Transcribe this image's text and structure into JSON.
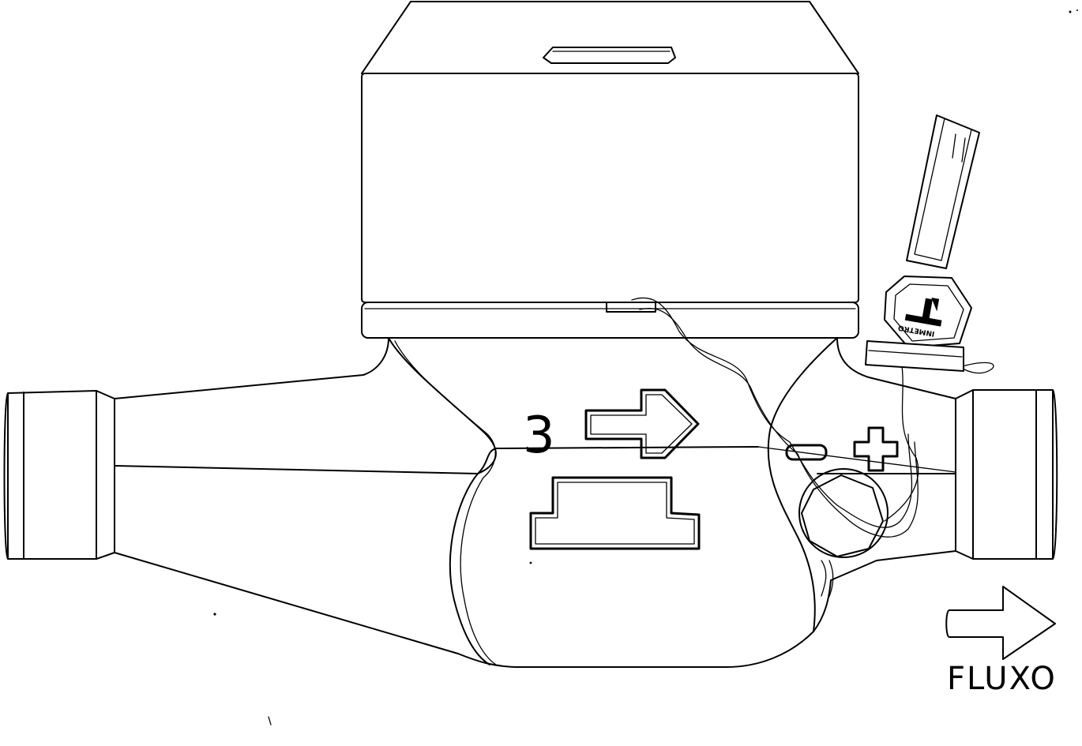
{
  "labels": {
    "station_number": "3",
    "flow_label": "FLUXO",
    "seal_brand": "INMETRO",
    "minus_sign": "−",
    "plus_sign": "+"
  }
}
